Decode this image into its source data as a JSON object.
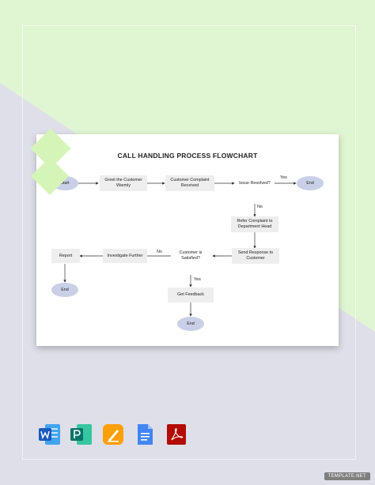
{
  "flowchart": {
    "title": "CALL HANDLING PROCESS FLOWCHART",
    "nodes": {
      "start": "Start",
      "greet": "Greet the Customer Warmly",
      "complaint": "Customer Complaint Received",
      "issue": "Issue Resolved?",
      "end1": "End",
      "refer": "Refer Complaint to Department Head",
      "send": "Send Response to Customer",
      "satisfied": "Customer is Satisfied?",
      "investigate": "Investigate Further",
      "report": "Report",
      "end2": "End",
      "feedback": "Get Feedback",
      "end3": "End"
    },
    "edge_labels": {
      "yes1": "Yes",
      "no1": "No",
      "no2": "No",
      "yes2": "Yes"
    }
  },
  "apps": [
    "word-icon",
    "publisher-icon",
    "pages-icon",
    "google-docs-icon",
    "pdf-icon"
  ],
  "watermark": "TEMPLATE.NET",
  "colors": {
    "background_gray": "#dfdfe9",
    "background_green": "#e0f5d2",
    "terminal": "#c9cfe6",
    "process": "#eeeeee",
    "decision": "#d5f5b8"
  }
}
